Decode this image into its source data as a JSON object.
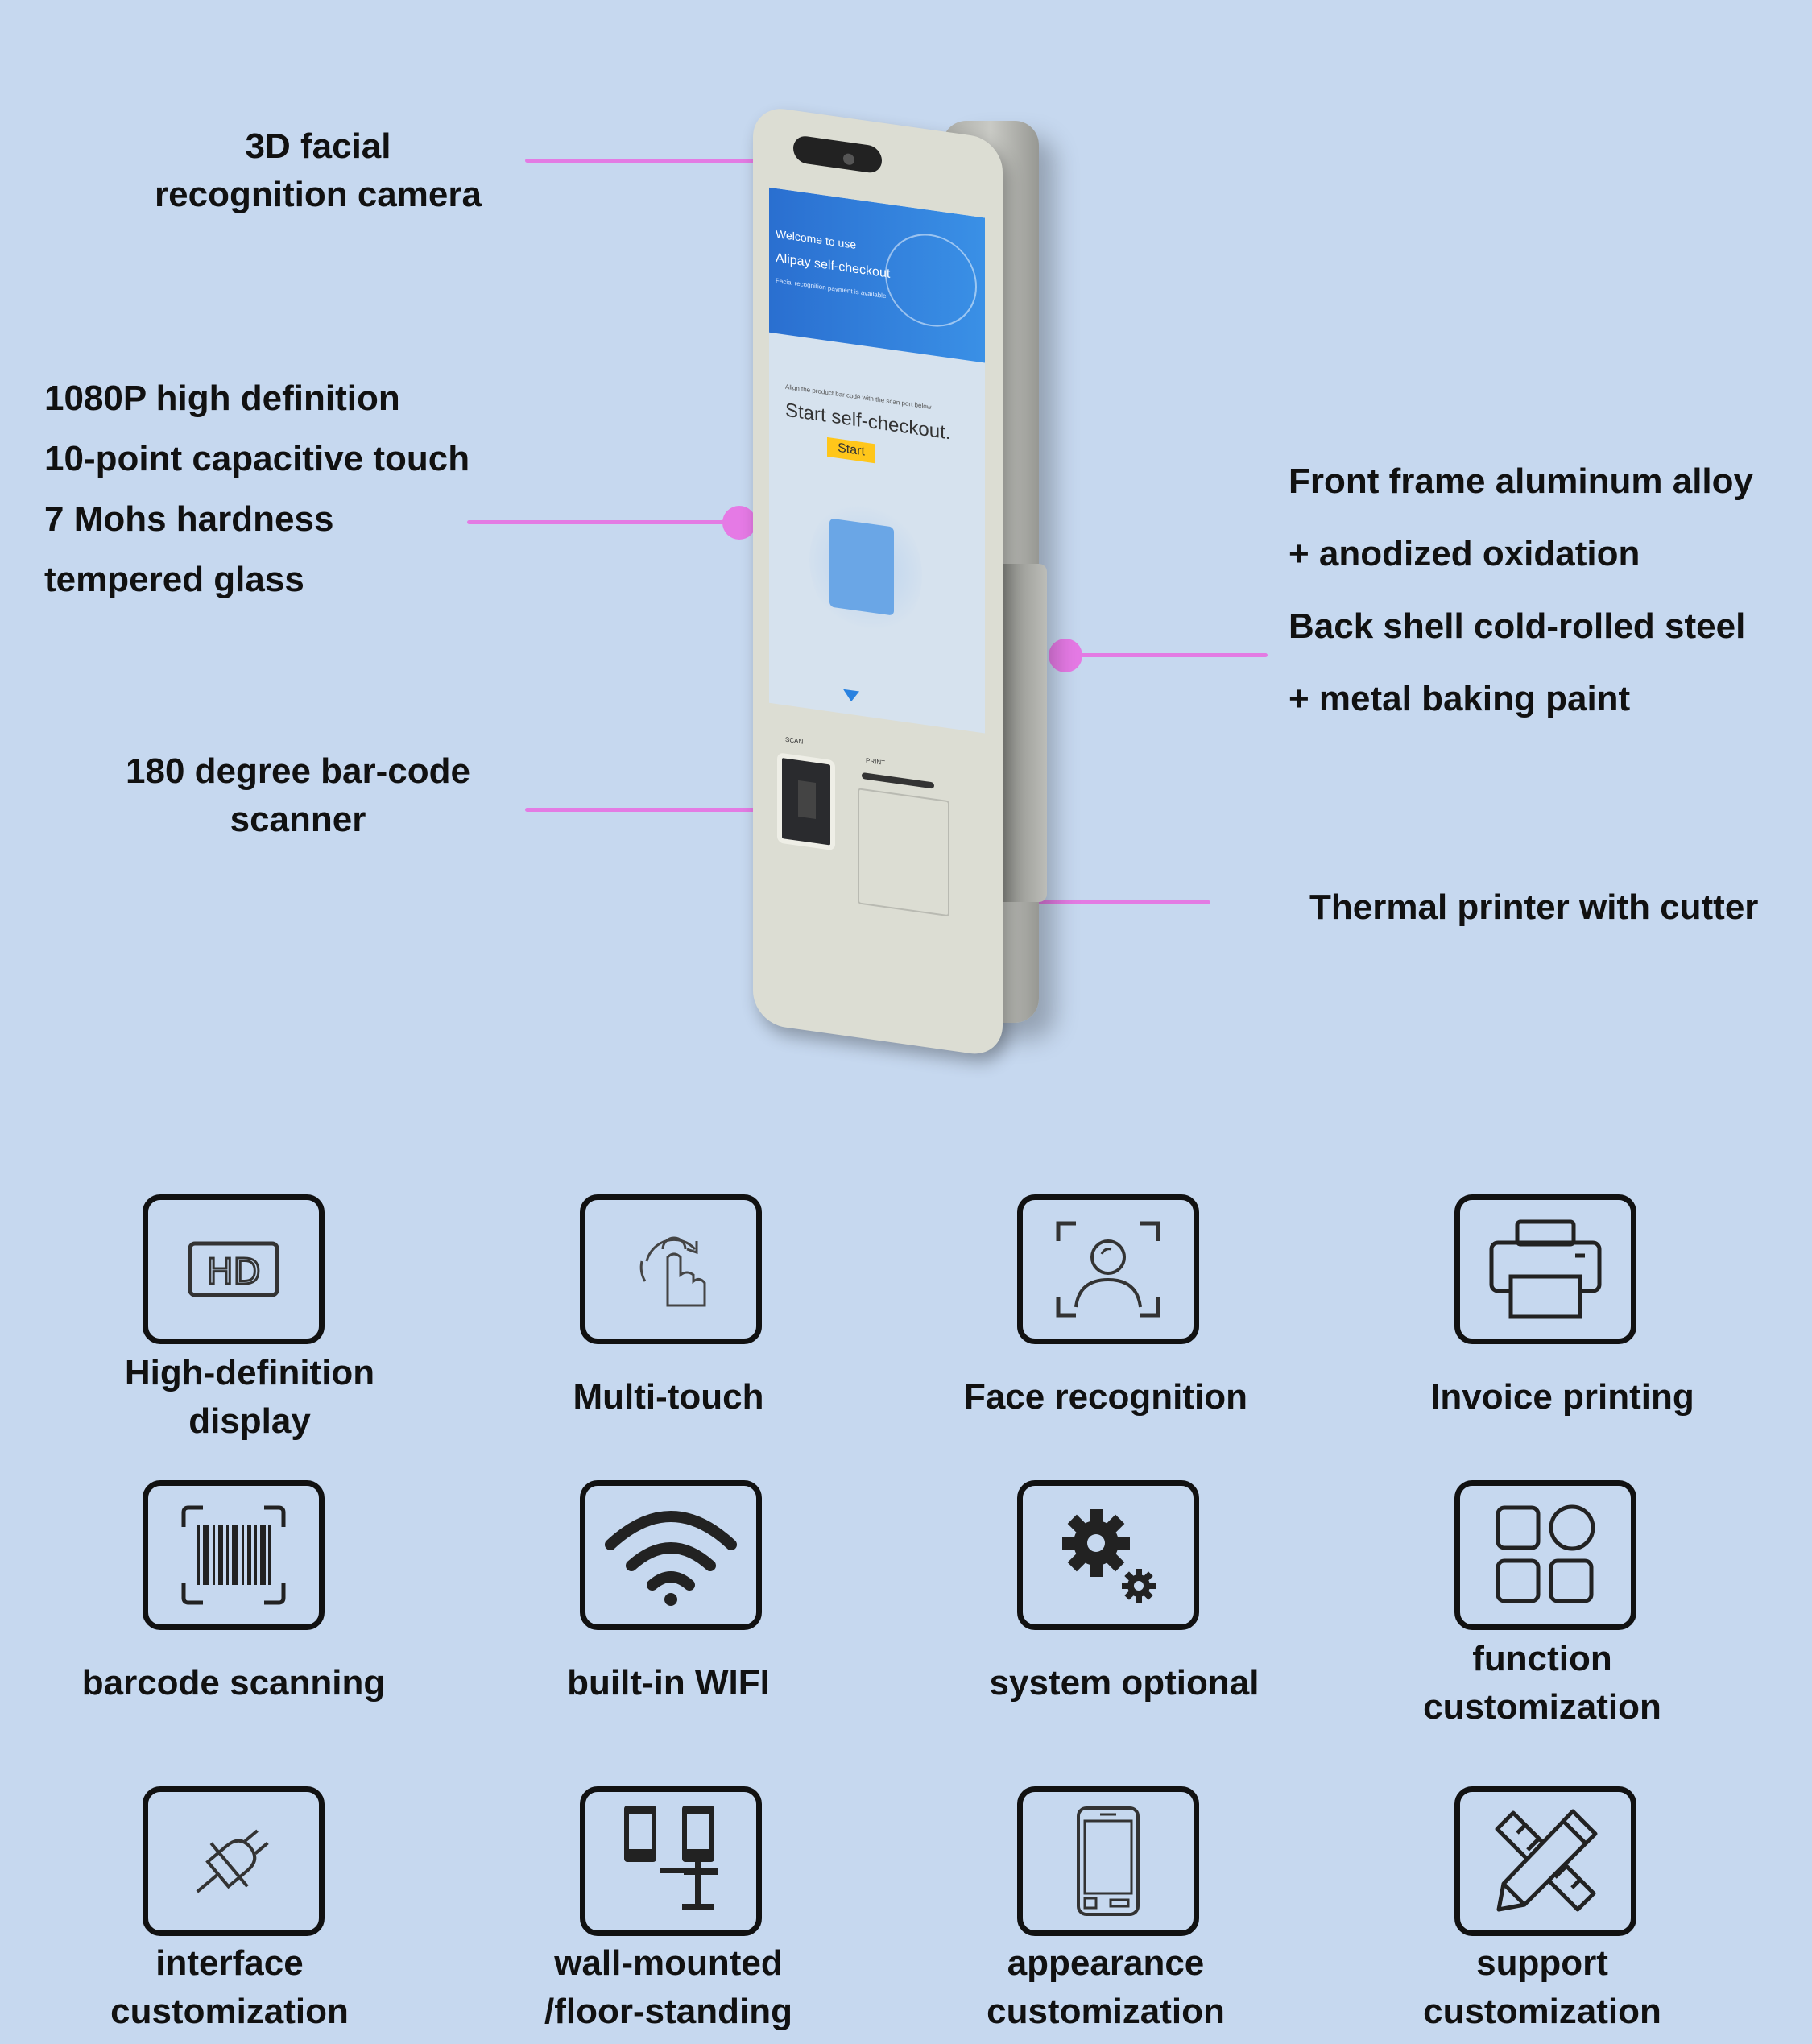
{
  "callouts": {
    "camera": [
      "3D facial",
      "recognition camera"
    ],
    "display": [
      "1080P high definition",
      "10-point capacitive touch",
      "7 Mohs hardness",
      "tempered glass"
    ],
    "scanner": [
      "180 degree bar-code",
      "scanner"
    ],
    "frame": [
      "Front frame aluminum alloy",
      "+ anodized oxidation",
      "Back shell cold-rolled steel",
      "+ metal baking paint"
    ],
    "printer": "Thermal printer with cutter"
  },
  "screen": {
    "banner_line1": "Welcome to use",
    "banner_line2": "Alipay self-checkout",
    "banner_line3": "Facial recognition payment is available",
    "hint": "Align the product bar code with the scan port below",
    "title": "Start self-checkout.",
    "start_button": "Start",
    "scan_label": "SCAN",
    "print_label": "PRINT"
  },
  "features": [
    {
      "icon": "hd-icon",
      "label": [
        "High-definition",
        "display"
      ]
    },
    {
      "icon": "multi-touch-icon",
      "label": [
        "Multi-touch"
      ]
    },
    {
      "icon": "face-recognition-icon",
      "label": [
        "Face recognition"
      ]
    },
    {
      "icon": "printer-icon",
      "label": [
        "Invoice printing"
      ]
    },
    {
      "icon": "barcode-icon",
      "label": [
        "barcode scanning"
      ]
    },
    {
      "icon": "wifi-icon",
      "label": [
        "built-in WIFI"
      ]
    },
    {
      "icon": "gears-icon",
      "label": [
        "system optional"
      ]
    },
    {
      "icon": "grid-icon",
      "label": [
        "function",
        "customization"
      ]
    },
    {
      "icon": "plug-icon",
      "label": [
        "interface",
        "customization"
      ]
    },
    {
      "icon": "kiosk-stand-icon",
      "label": [
        "wall-mounted",
        "/floor-standing"
      ]
    },
    {
      "icon": "phone-icon",
      "label": [
        "appearance",
        "customization"
      ]
    },
    {
      "icon": "ruler-pencil-icon",
      "label": [
        "support",
        "customization"
      ]
    }
  ],
  "colors": {
    "background": "#c6d8ef",
    "callout_line": "#e37be3",
    "text": "#111111"
  }
}
